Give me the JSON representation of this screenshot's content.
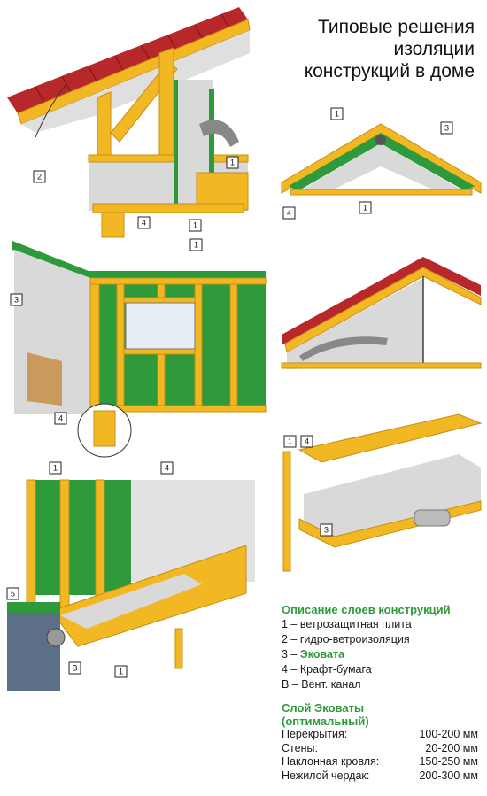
{
  "title": {
    "line1": "Типовые решения",
    "line2": "изоляции",
    "line3": "конструкций в доме"
  },
  "tags": {
    "t1": "1",
    "t2": "2",
    "t3": "3",
    "t4": "4",
    "t5": "5",
    "tB": "В"
  },
  "legend": {
    "heading": "Описание слоев конструкций",
    "items": [
      {
        "num": "1 –",
        "text": "ветрозащитная плита"
      },
      {
        "num": "2 –",
        "text": "гидро-ветроизоляция"
      },
      {
        "num": "3 –",
        "text": "Эковата"
      },
      {
        "num": "4 –",
        "text": "Крафт-бумага"
      },
      {
        "num": "В –",
        "text": "Вент. канал"
      }
    ]
  },
  "spec": {
    "heading1": "Слой Эковаты",
    "heading2": "(оптимальный)",
    "rows": [
      {
        "label": "Перекрытия:",
        "value": "100-200 мм"
      },
      {
        "label": "Стены:",
        "value": "20-200 мм"
      },
      {
        "label": "Наклонная кровля:",
        "value": "150-250 мм"
      },
      {
        "label": "Нежилой чердак:",
        "value": "200-300 мм"
      }
    ]
  },
  "colors": {
    "timber": "#f2b824",
    "timber_dark": "#c98c12",
    "board_green": "#2f9a3c",
    "wool": "#d9d9d9",
    "roof_red": "#b8282a",
    "accent_green": "#2e9b3e"
  }
}
